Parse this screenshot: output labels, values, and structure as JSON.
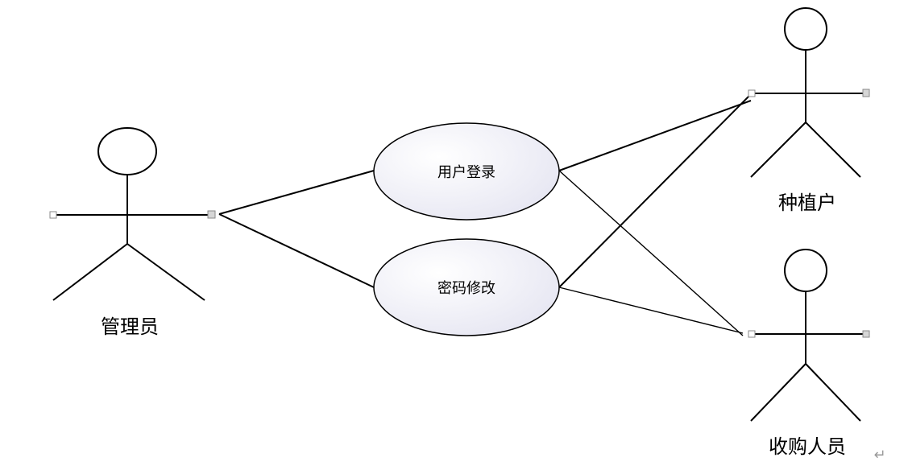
{
  "diagram": {
    "type": "uml-use-case",
    "actors": [
      {
        "id": "admin",
        "label": "管理员"
      },
      {
        "id": "grower",
        "label": "种植户"
      },
      {
        "id": "buyer",
        "label": "收购人员"
      }
    ],
    "use_cases": [
      {
        "id": "login",
        "label": "用户登录"
      },
      {
        "id": "password",
        "label": "密码修改"
      }
    ],
    "associations": [
      {
        "from": "admin",
        "to": "login"
      },
      {
        "from": "admin",
        "to": "password"
      },
      {
        "from": "login",
        "to": "grower"
      },
      {
        "from": "login",
        "to": "buyer"
      },
      {
        "from": "password",
        "to": "grower"
      },
      {
        "from": "password",
        "to": "buyer"
      }
    ],
    "return_symbol": "↵",
    "colors": {
      "line": "#000000",
      "handle_fill": "#d6d6d6",
      "handle_stroke": "#8a8a8a",
      "usecase_fill_inner": "#ffffff",
      "usecase_fill_outer": "#e6e6f2"
    }
  }
}
